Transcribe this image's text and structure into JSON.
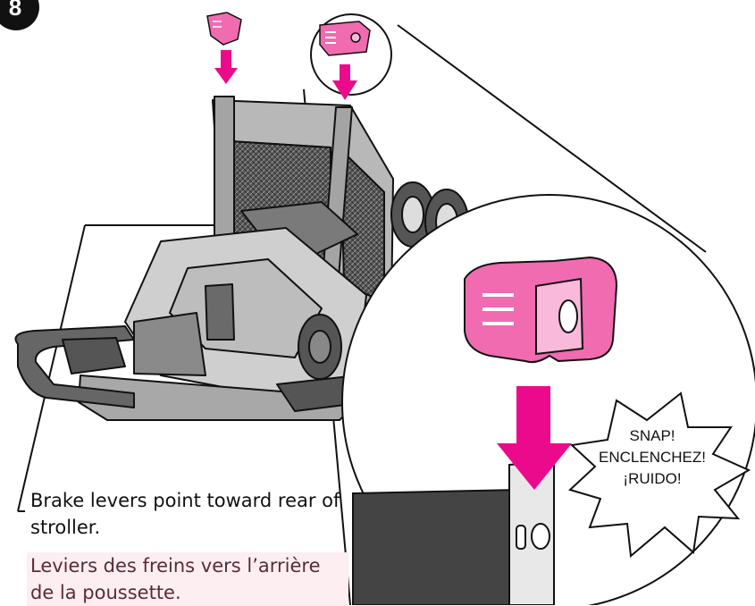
{
  "step_number": "8",
  "captions": {
    "english": "Brake levers point toward rear of stroller.",
    "french": "Leviers des freins vers l’arrière de la poussette."
  },
  "sound_burst": {
    "english": "SNAP!",
    "french": "ENCLENCHEZ!",
    "spanish": "¡RUIDO!"
  },
  "colors": {
    "accent_magenta": "#ec0a8c",
    "part_pink": "#f06bb0",
    "frame_gray": "#9c9c9c",
    "outline": "#111111"
  }
}
